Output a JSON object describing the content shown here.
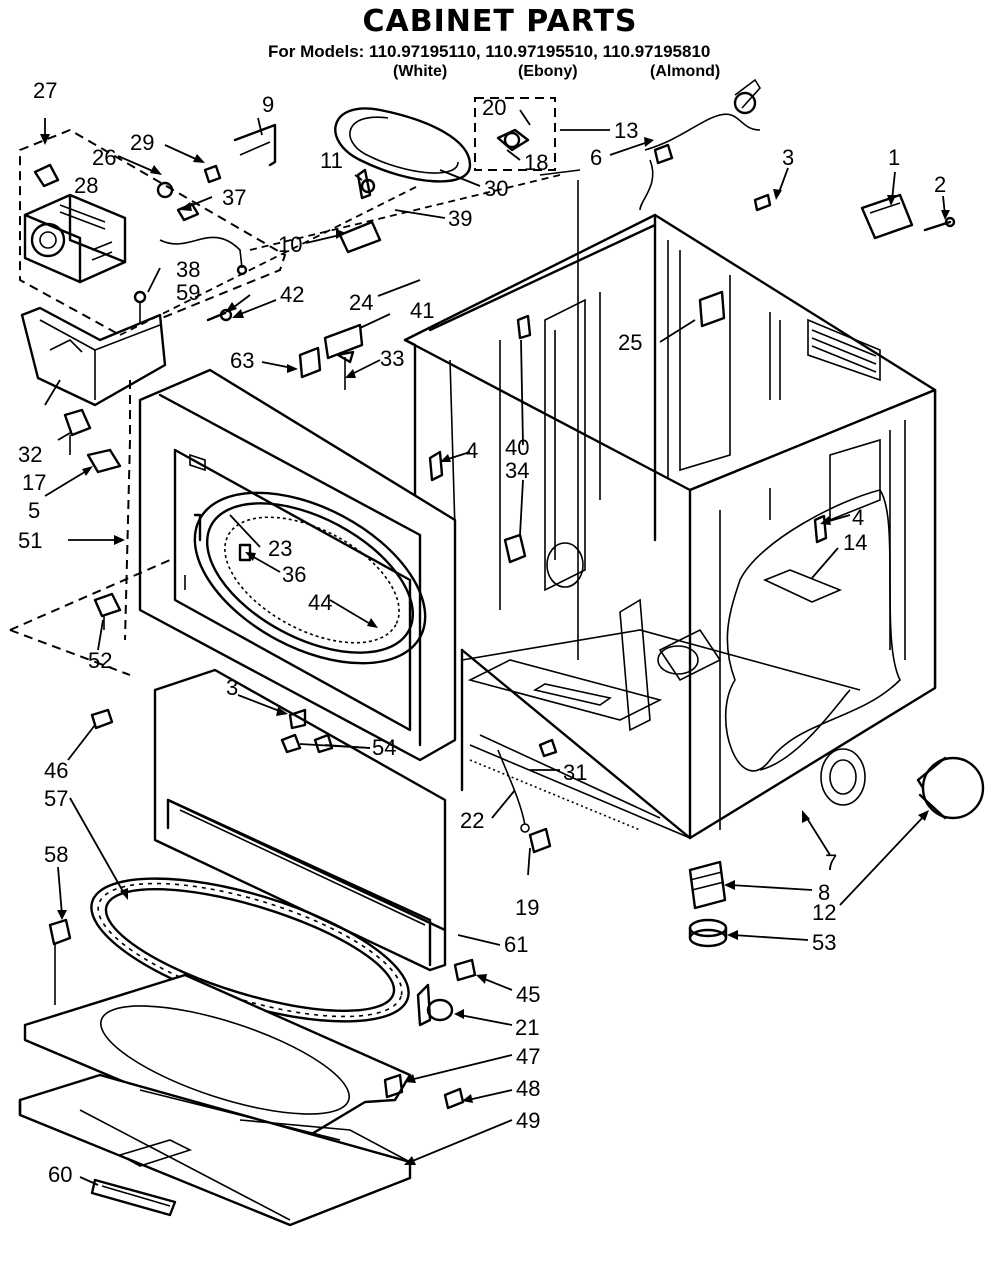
{
  "header": {
    "title": "CABINET PARTS",
    "models": "For Models: 110.97195110, 110.97195510, 110.97195810",
    "colors": [
      "(White)",
      "(Ebony)",
      "(Almond)"
    ]
  },
  "callouts": [
    {
      "id": "c1",
      "text": "1"
    },
    {
      "id": "c2",
      "text": "2"
    },
    {
      "id": "c3a",
      "text": "3"
    },
    {
      "id": "c3b",
      "text": "3"
    },
    {
      "id": "c4a",
      "text": "4"
    },
    {
      "id": "c4b",
      "text": "4"
    },
    {
      "id": "c5",
      "text": "5"
    },
    {
      "id": "c6",
      "text": "6"
    },
    {
      "id": "c7",
      "text": "7"
    },
    {
      "id": "c8",
      "text": "8"
    },
    {
      "id": "c9",
      "text": "9"
    },
    {
      "id": "c10",
      "text": "10"
    },
    {
      "id": "c11",
      "text": "11"
    },
    {
      "id": "c12",
      "text": "12"
    },
    {
      "id": "c13",
      "text": "13"
    },
    {
      "id": "c14",
      "text": "14"
    },
    {
      "id": "c17",
      "text": "17"
    },
    {
      "id": "c18",
      "text": "18"
    },
    {
      "id": "c19",
      "text": "19"
    },
    {
      "id": "c20",
      "text": "20"
    },
    {
      "id": "c21",
      "text": "21"
    },
    {
      "id": "c22",
      "text": "22"
    },
    {
      "id": "c23",
      "text": "23"
    },
    {
      "id": "c24",
      "text": "24"
    },
    {
      "id": "c25",
      "text": "25"
    },
    {
      "id": "c26",
      "text": "26"
    },
    {
      "id": "c27",
      "text": "27"
    },
    {
      "id": "c28",
      "text": "28"
    },
    {
      "id": "c29",
      "text": "29"
    },
    {
      "id": "c30",
      "text": "30"
    },
    {
      "id": "c31",
      "text": "31"
    },
    {
      "id": "c32",
      "text": "32"
    },
    {
      "id": "c33",
      "text": "33"
    },
    {
      "id": "c34",
      "text": "34"
    },
    {
      "id": "c36",
      "text": "36"
    },
    {
      "id": "c37",
      "text": "37"
    },
    {
      "id": "c38",
      "text": "38"
    },
    {
      "id": "c39",
      "text": "39"
    },
    {
      "id": "c40",
      "text": "40"
    },
    {
      "id": "c41",
      "text": "41"
    },
    {
      "id": "c42",
      "text": "42"
    },
    {
      "id": "c44",
      "text": "44"
    },
    {
      "id": "c45",
      "text": "45"
    },
    {
      "id": "c46",
      "text": "46"
    },
    {
      "id": "c47",
      "text": "47"
    },
    {
      "id": "c48",
      "text": "48"
    },
    {
      "id": "c49",
      "text": "49"
    },
    {
      "id": "c51",
      "text": "51"
    },
    {
      "id": "c52",
      "text": "52"
    },
    {
      "id": "c53",
      "text": "53"
    },
    {
      "id": "c54",
      "text": "54"
    },
    {
      "id": "c57",
      "text": "57"
    },
    {
      "id": "c58",
      "text": "58"
    },
    {
      "id": "c59",
      "text": "59"
    },
    {
      "id": "c60",
      "text": "60"
    },
    {
      "id": "c61",
      "text": "61"
    },
    {
      "id": "c63",
      "text": "63"
    }
  ]
}
